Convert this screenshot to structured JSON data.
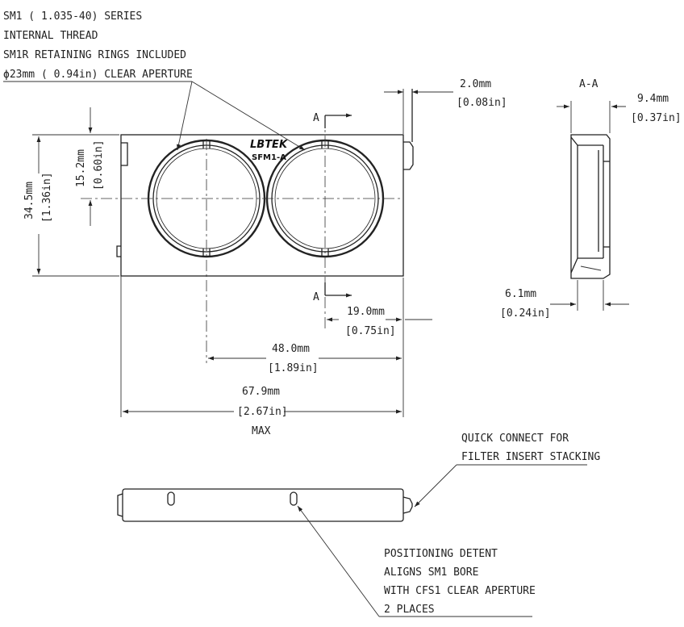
{
  "notes": {
    "series": "SM1 ( 1.035-40) SERIES",
    "thread": "INTERNAL THREAD",
    "rings": "SM1R RETAINING RINGS INCLUDED",
    "aperture": "ϕ23mm ( 0.94in) CLEAR APERTURE"
  },
  "logo": {
    "brand": "LBTEK",
    "model": "SFM1-A"
  },
  "section": {
    "label": "A-A",
    "cut_a_top": "A",
    "cut_a_bottom": "A"
  },
  "dims": {
    "lip_mm": "2.0mm",
    "lip_in": "[0.08in]",
    "height_mm": "34.5mm",
    "height_in": "[1.36in]",
    "offset_mm": "15.2mm",
    "offset_in": "[0.60in]",
    "side_mm": "19.0mm",
    "side_in": "[0.75in]",
    "pitch_mm": "48.0mm",
    "pitch_in": "[1.89in]",
    "width_mm": "67.9mm",
    "width_in": "[2.67in]",
    "width_note": "MAX",
    "depth_mm": "9.4mm",
    "depth_in": "[0.37in]",
    "inner_mm": "6.1mm",
    "inner_in": "[0.24in]"
  },
  "callouts": {
    "quick_1": "QUICK CONNECT FOR",
    "quick_2": "FILTER INSERT STACKING",
    "detent_1": "POSITIONING DETENT",
    "detent_2": "ALIGNS SM1 BORE",
    "detent_3": "WITH CFS1 CLEAR APERTURE",
    "detent_4": "2 PLACES"
  }
}
